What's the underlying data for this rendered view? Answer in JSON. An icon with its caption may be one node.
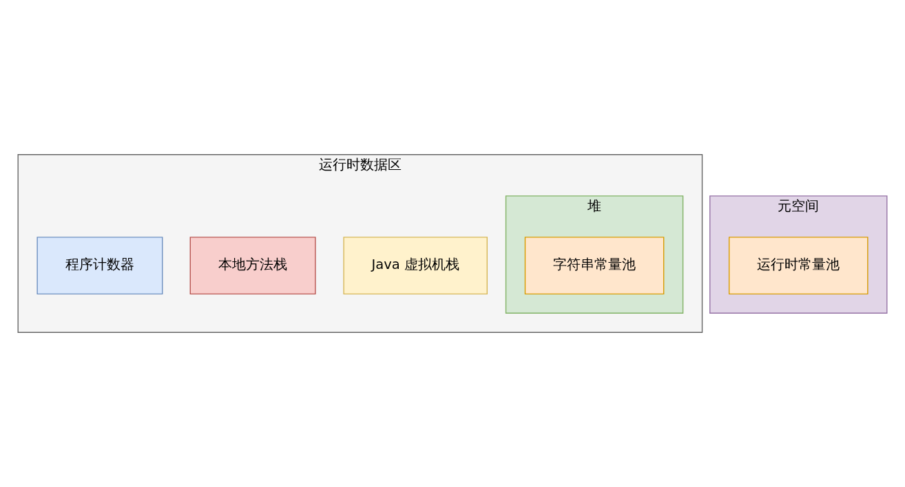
{
  "diagram": {
    "nodes": [
      {
        "text": [
          "运行时数据区"
        ]
      },
      {
        "text": [
          "堆"
        ],
        "in": 0
      },
      {
        "text": [
          "字符串常量池"
        ],
        "in": 1
      },
      {
        "text": [
          "Java 虚拟机栈"
        ],
        "in": 0
      },
      {
        "text": [
          "本地方法栈"
        ],
        "in": 0
      },
      {
        "text": [
          "程序计数器"
        ],
        "in": 0
      },
      {
        "text": [
          "元空间"
        ]
      },
      {
        "text": [
          "运行时常量池"
        ],
        "in": 6
      }
    ],
    "edges": []
  }
}
